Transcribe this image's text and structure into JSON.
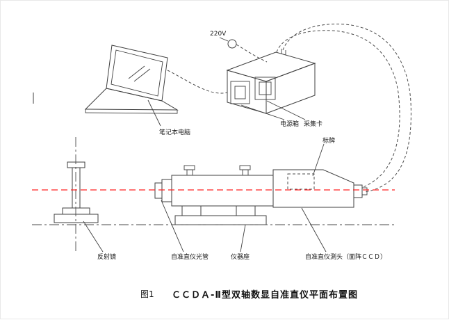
{
  "figure": {
    "fig_no": "图1",
    "title": "ＣＣＤＡ-Ⅱ型双轴数显自准直仪平面布置图"
  },
  "labels": {
    "voltage": "220V",
    "laptop": "笔记本电脑",
    "power_box": "电源箱",
    "capture_card": "采集卡",
    "nameplate": "标牌",
    "reflector": "反射镜",
    "collimator_tube": "自准直仪光管",
    "instrument_base": "仪器座",
    "measuring_head": "自准直仪測头（面阵ＣＣＤ）"
  },
  "colors": {
    "line": "#3f3f3f",
    "optical_axis": "#ff2020",
    "background": "#ffffff"
  }
}
